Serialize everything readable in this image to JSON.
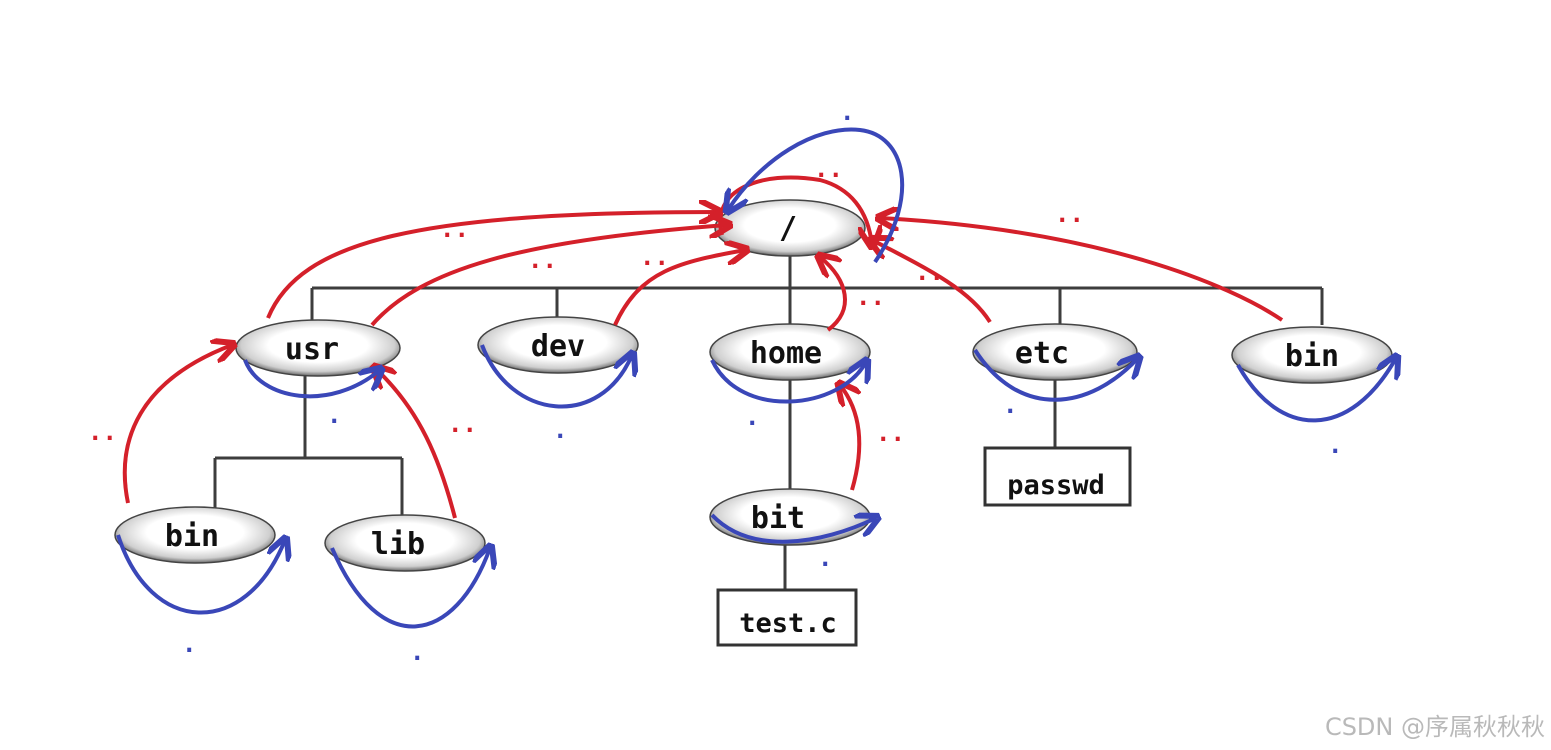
{
  "colors": {
    "parent_arrow": "#d4202a",
    "self_arrow": "#3a47b8",
    "tree_line": "#3d3d3d"
  },
  "nodes": {
    "root": "/",
    "usr": "usr",
    "dev": "dev",
    "home": "home",
    "etc": "etc",
    "bin_top": "bin",
    "usr_bin": "bin",
    "usr_lib": "lib",
    "home_bit": "bit"
  },
  "files": {
    "passwd": "passwd",
    "test_c": "test.c"
  },
  "marks": {
    "parent": "..",
    "self": "."
  },
  "watermark": "CSDN @序属秋秋秋"
}
